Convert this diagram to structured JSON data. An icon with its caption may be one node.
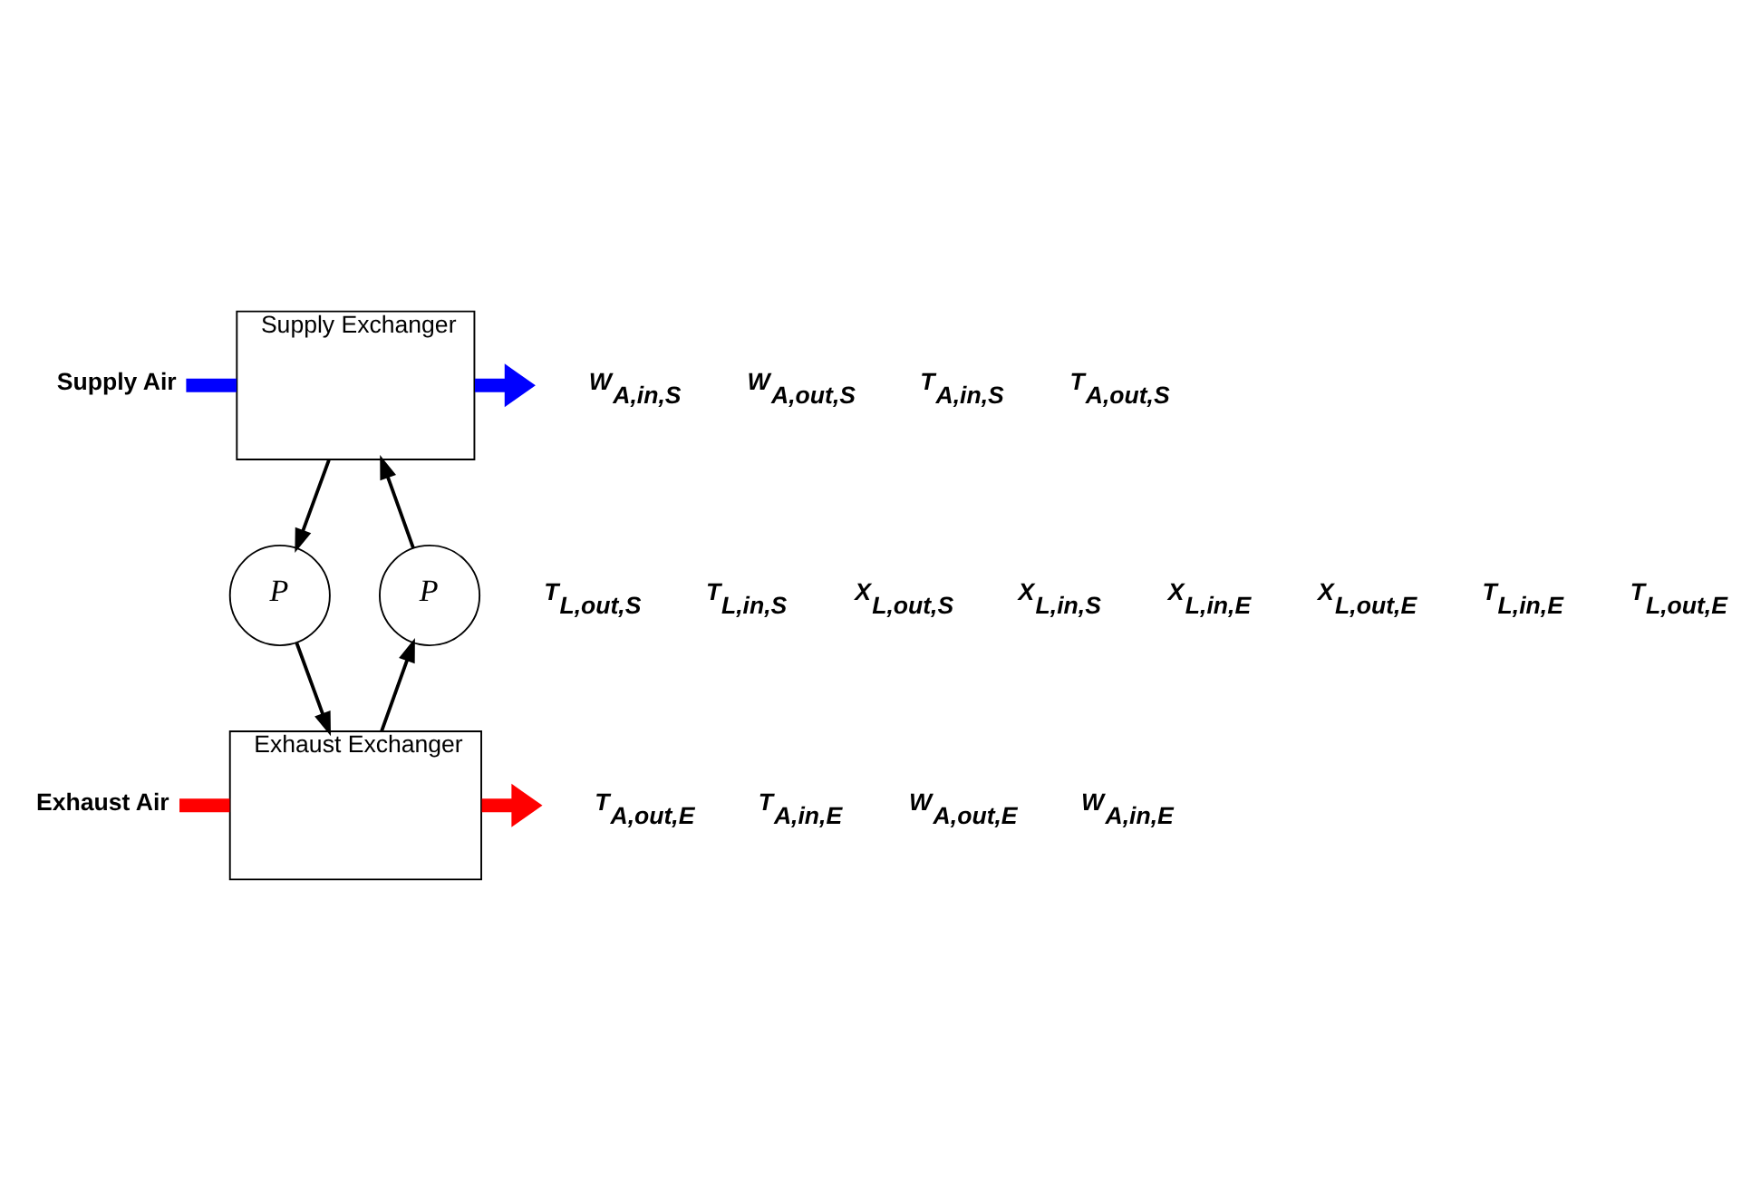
{
  "diagram": {
    "nodes": [
      {
        "text": [
          "Supply Exchanger"
        ]
      },
      {
        "text": [
          "Supply Air"
        ]
      },
      {
        "text": [
          "P"
        ]
      },
      {
        "text": [
          "P"
        ]
      },
      {
        "text": [
          "Exhaust Air"
        ]
      },
      {
        "text": [
          "Exhaust Exchanger"
        ]
      }
    ],
    "edges": [
      {
        "from": 1,
        "to": 0,
        "arrow": "none",
        "style": "thick",
        "color": "#0000ff"
      },
      {
        "from": 0,
        "to": null,
        "arrow": "to",
        "style": "thick",
        "color": "#0000ff"
      },
      {
        "from": 0,
        "to": 2,
        "arrow": "to"
      },
      {
        "from": 2,
        "to": 5,
        "arrow": "to"
      },
      {
        "from": 5,
        "to": 3,
        "arrow": "to"
      },
      {
        "from": 3,
        "to": 0,
        "arrow": "to"
      },
      {
        "from": 4,
        "to": 5,
        "arrow": "none",
        "style": "thick",
        "color": "#ff0000"
      },
      {
        "from": 5,
        "to": null,
        "arrow": "to",
        "style": "thick",
        "color": "#ff0000"
      }
    ],
    "labels": [
      "W$_{A,in,S}$",
      "W$_{A,out,S}$",
      "T$_{A,in,S}$",
      "T$_{A,out,S}$",
      "T$_{L,out,S}$",
      "T$_{L,in,S}$",
      "X$_{L,out,S}$",
      "X$_{L,in,S}$",
      "X$_{L,in,E}$",
      "X$_{L,out,E}$",
      "T$_{L,in,E}$",
      "T$_{L,out,E}$",
      "T$_{A,out,E}$",
      "T$_{A,in,E}$",
      "W$_{A,out,E}$",
      "W$_{A,in,E}$"
    ]
  }
}
